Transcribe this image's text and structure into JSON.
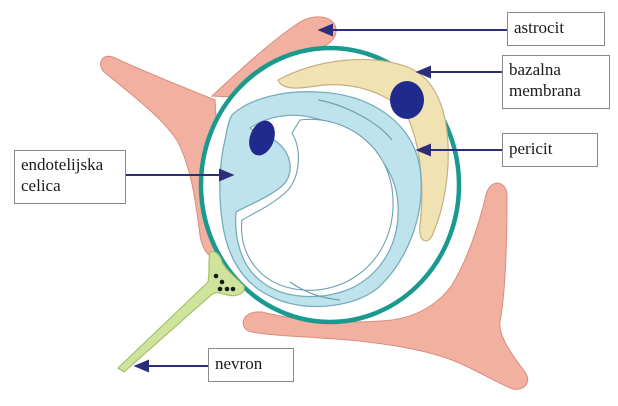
{
  "labels": {
    "astrocit": "astrocit",
    "bazalna": "bazalna",
    "membrana": "membrana",
    "pericit": "pericit",
    "endotelijska": "endotelijska",
    "celica": "celica",
    "nevron": "nevron"
  },
  "colors": {
    "astrocyte": "#f2b0a0",
    "pericyte": "#f1e2b3",
    "endothelium": "#bfe3ec",
    "nucleus": "#1f2a8c",
    "basal_membrane": "#1a9a8f",
    "neuron": "#cfe39c",
    "arrow": "#2d2e7a"
  }
}
